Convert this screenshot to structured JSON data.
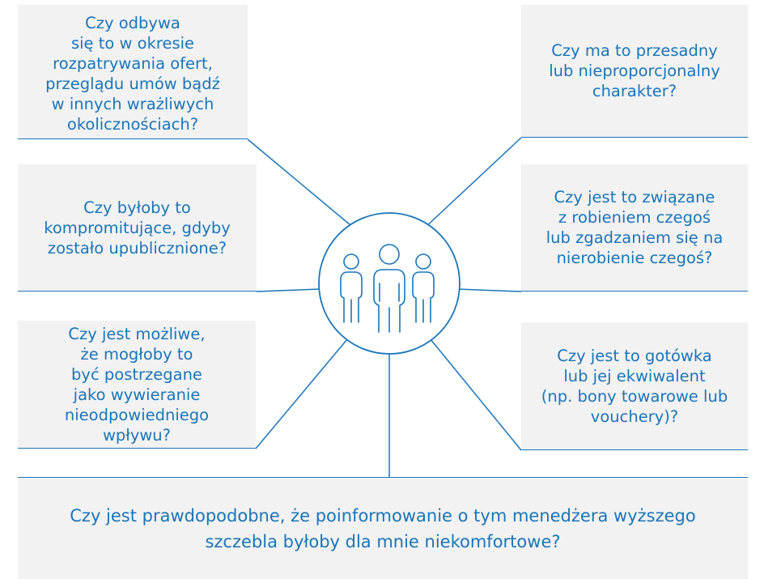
{
  "questions": {
    "top_left": "Czy odbywa\nsię to w okresie\nrozpatrywania ofert,\nprzeglądu umów bądź\nw innych wrażliwych\nokolicznościach?",
    "middle_left": "Czy byłoby to\nkompromitujące, gdyby\nzostało upublicznione?",
    "bottom_left": "Czy jest możliwe,\nże mogłoby to\nbyć postrzegane\njako wywieranie\nnieodpowiedniego\nwpływu?",
    "top_right": "Czy ma to przesadny\nlub nieproporcjonalny\ncharakter?",
    "middle_right": "Czy jest to związane\nz robieniem czegoś\nlub zgadzaniem się na\nnierobienie czegoś?",
    "bottom_right": "Czy jest to gotówka\nlub jej ekwiwalent\n(np. bony towarowe lub\nvouchery)?",
    "bottom": "Czy jest prawdopodobne, że poinformowanie o tym menedżera wyższego\nszczebla byłoby dla mnie niekomfortowe?"
  },
  "colors": {
    "accent": "#1a75b8",
    "box_fill": "#f2f2f2"
  },
  "center_icon": "people-group-icon"
}
